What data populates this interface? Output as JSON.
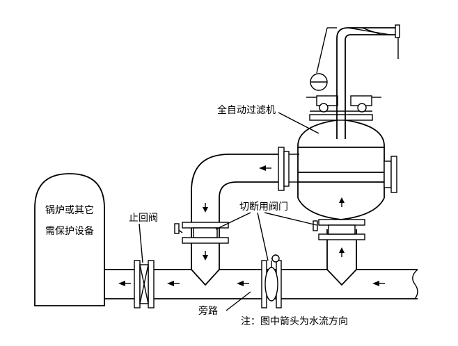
{
  "labels": {
    "filter": "全自动过滤机",
    "check_valve": "止回阀",
    "cutoff_valve": "切断用阀门",
    "bypass": "旁路",
    "note": "注：图中箭头为水流方向",
    "boiler_line1": "锅炉或其它",
    "boiler_line2": "需保护设备"
  }
}
